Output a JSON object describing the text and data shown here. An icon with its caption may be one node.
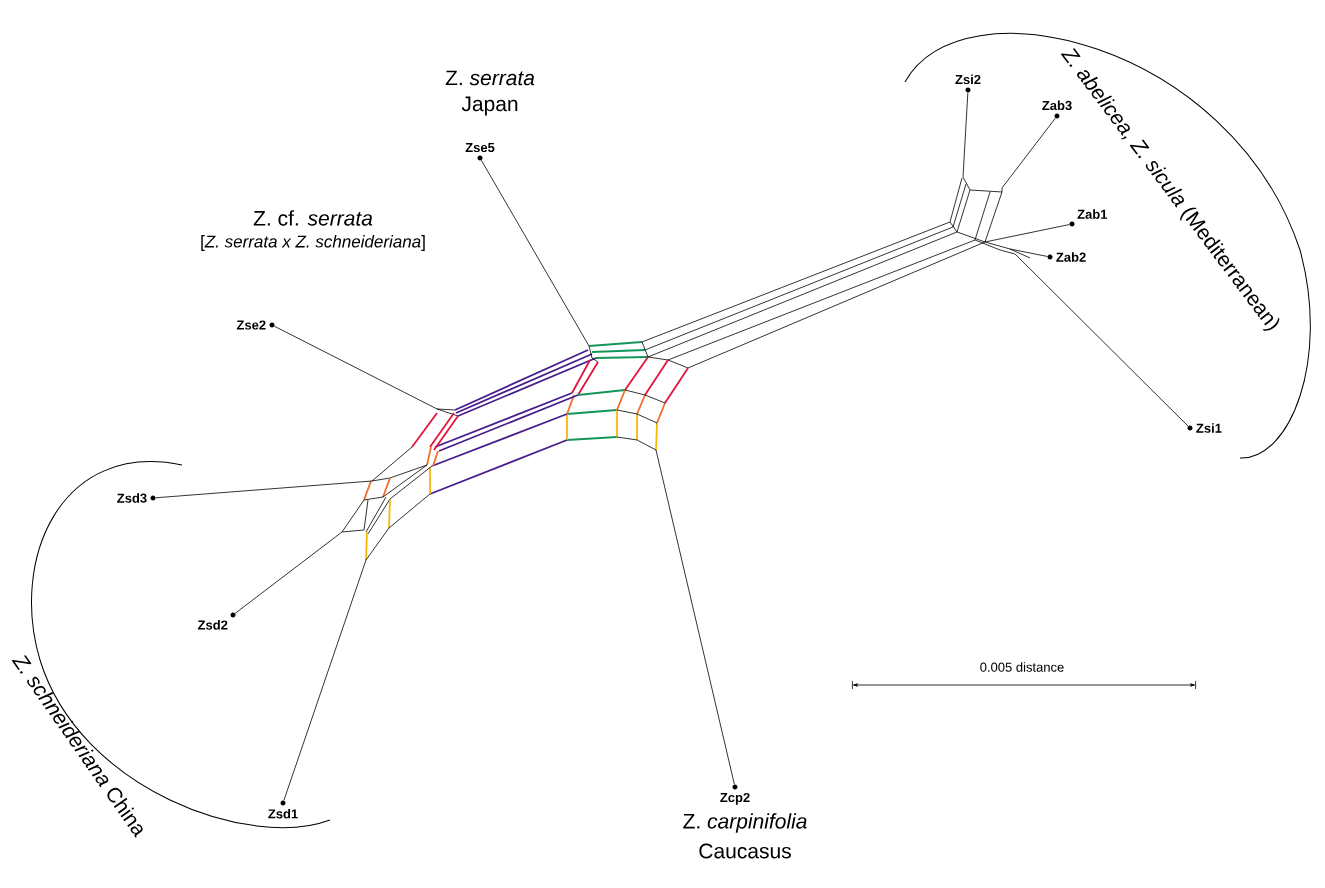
{
  "diagram": {
    "nodes": [
      {
        "text": [
          "Zse5"
        ]
      },
      {
        "text": [
          "Zse2"
        ]
      },
      {
        "text": [
          "Zsd3"
        ]
      },
      {
        "text": [
          "Zsd2"
        ]
      },
      {
        "text": [
          "Zsd1"
        ]
      },
      {
        "text": [
          "Zcp2"
        ]
      },
      {
        "text": [
          "Zsi1"
        ]
      },
      {
        "text": [
          "Zab2"
        ]
      },
      {
        "text": [
          "Zab1"
        ]
      },
      {
        "text": [
          "Zab3"
        ]
      },
      {
        "text": [
          "Zsi2"
        ]
      }
    ],
    "edges": [
      {
        "from": 0,
        "to": null,
        "arrow": "none"
      },
      {
        "from": 1,
        "to": null,
        "arrow": "none"
      },
      {
        "from": 2,
        "to": null,
        "arrow": "none"
      },
      {
        "from": 3,
        "to": null,
        "arrow": "none"
      },
      {
        "from": 4,
        "to": null,
        "arrow": "none"
      },
      {
        "from": 5,
        "to": null,
        "arrow": "none"
      },
      {
        "from": 6,
        "to": null,
        "arrow": "none"
      },
      {
        "from": 7,
        "to": null,
        "arrow": "none"
      },
      {
        "from": 8,
        "to": null,
        "arrow": "none"
      },
      {
        "from": 9,
        "to": null,
        "arrow": "none"
      },
      {
        "from": 10,
        "to": null,
        "arrow": "none"
      }
    ],
    "labels": [
      "Z. *serrata*",
      "Japan",
      "Z. cf. *serrata*",
      "[*Z. serrata x Z. schneideriana*]",
      "*Z. abelicea, Z. sicula* (Mediterranean)",
      "*Z. schneideriana* China",
      "Z. *carpinifolia*",
      "Caucasus",
      "0.005 distance"
    ]
  }
}
